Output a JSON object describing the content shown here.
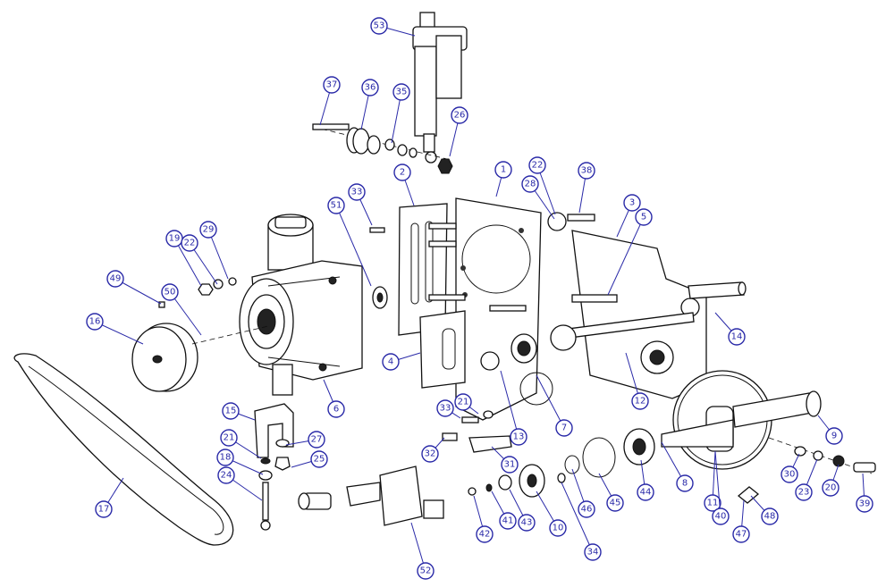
{
  "callouts": [
    {
      "label": "1"
    },
    {
      "label": "2"
    },
    {
      "label": "3"
    },
    {
      "label": "4"
    },
    {
      "label": "5"
    },
    {
      "label": "6"
    },
    {
      "label": "7"
    },
    {
      "label": "8"
    },
    {
      "label": "9"
    },
    {
      "label": "10"
    },
    {
      "label": "11"
    },
    {
      "label": "12"
    },
    {
      "label": "13"
    },
    {
      "label": "14"
    },
    {
      "label": "15"
    },
    {
      "label": "16"
    },
    {
      "label": "17"
    },
    {
      "label": "18"
    },
    {
      "label": "19"
    },
    {
      "label": "20"
    },
    {
      "label": "21"
    },
    {
      "label": "21"
    },
    {
      "label": "22"
    },
    {
      "label": "22"
    },
    {
      "label": "23"
    },
    {
      "label": "24"
    },
    {
      "label": "25"
    },
    {
      "label": "26"
    },
    {
      "label": "27"
    },
    {
      "label": "28"
    },
    {
      "label": "29"
    },
    {
      "label": "30"
    },
    {
      "label": "31"
    },
    {
      "label": "32"
    },
    {
      "label": "33"
    },
    {
      "label": "33"
    },
    {
      "label": "34"
    },
    {
      "label": "35"
    },
    {
      "label": "36"
    },
    {
      "label": "37"
    },
    {
      "label": "38"
    },
    {
      "label": "39"
    },
    {
      "label": "40"
    },
    {
      "label": "41"
    },
    {
      "label": "42"
    },
    {
      "label": "43"
    },
    {
      "label": "44"
    },
    {
      "label": "45"
    },
    {
      "label": "46"
    },
    {
      "label": "47"
    },
    {
      "label": "48"
    },
    {
      "label": "49"
    },
    {
      "label": "50"
    },
    {
      "label": "51"
    },
    {
      "label": "52"
    },
    {
      "label": "53"
    }
  ]
}
